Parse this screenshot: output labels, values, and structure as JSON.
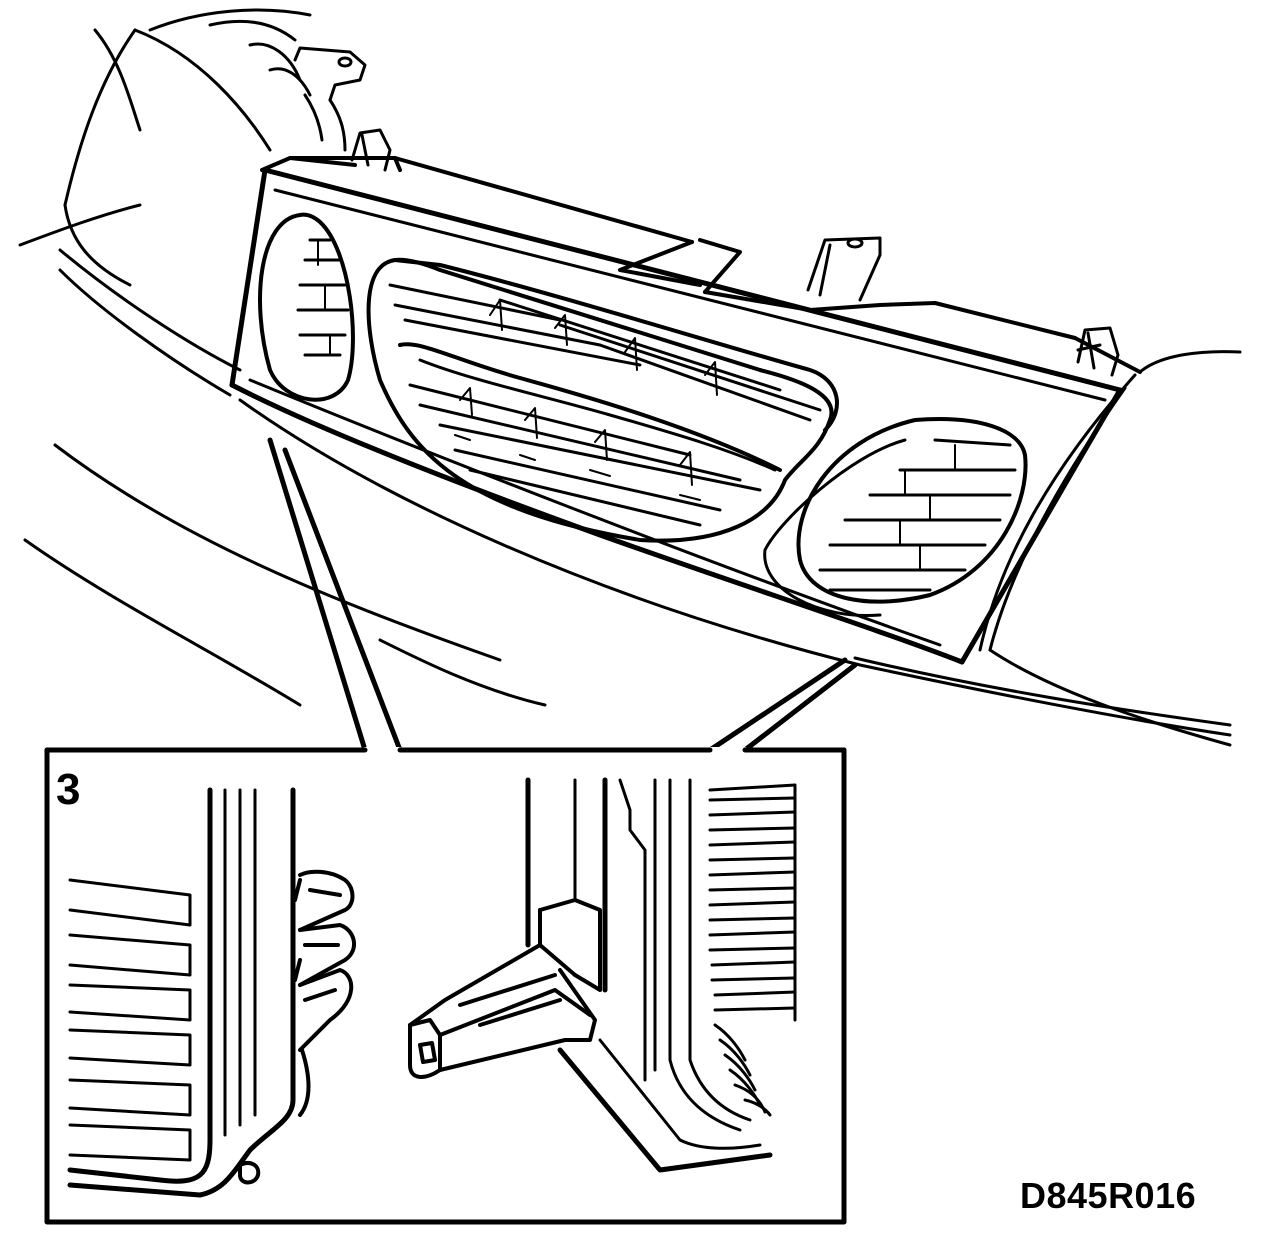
{
  "diagram": {
    "step_number": "3",
    "figure_code": "D845R016",
    "line_color": "#000000",
    "background_color": "#ffffff",
    "parts": [
      "front-grille",
      "grille-slat",
      "retaining-clip",
      "bumper-panel",
      "headlamp-housing",
      "mounting-bracket"
    ]
  }
}
